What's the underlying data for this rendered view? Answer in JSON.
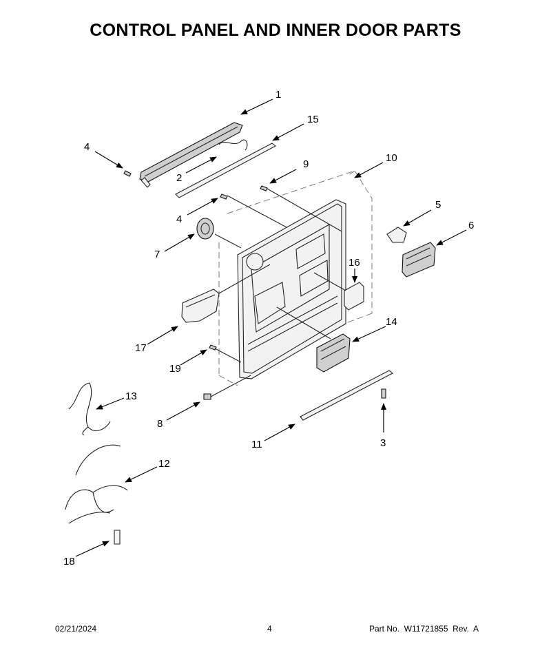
{
  "title": "CONTROL PANEL AND INNER DOOR PARTS",
  "callouts": {
    "c1": "1",
    "c15": "15",
    "c4a": "4",
    "c2": "2",
    "c9": "9",
    "c10": "10",
    "c4b": "4",
    "c5": "5",
    "c6": "6",
    "c7": "7",
    "c16": "16",
    "c17": "17",
    "c14": "14",
    "c19": "19",
    "c13": "13",
    "c8": "8",
    "c11": "11",
    "c3": "3",
    "c12": "12",
    "c18": "18"
  },
  "footer": {
    "date": "02/21/2024",
    "page": "4",
    "part_no": "Part No.  W11721855  Rev.  A"
  }
}
